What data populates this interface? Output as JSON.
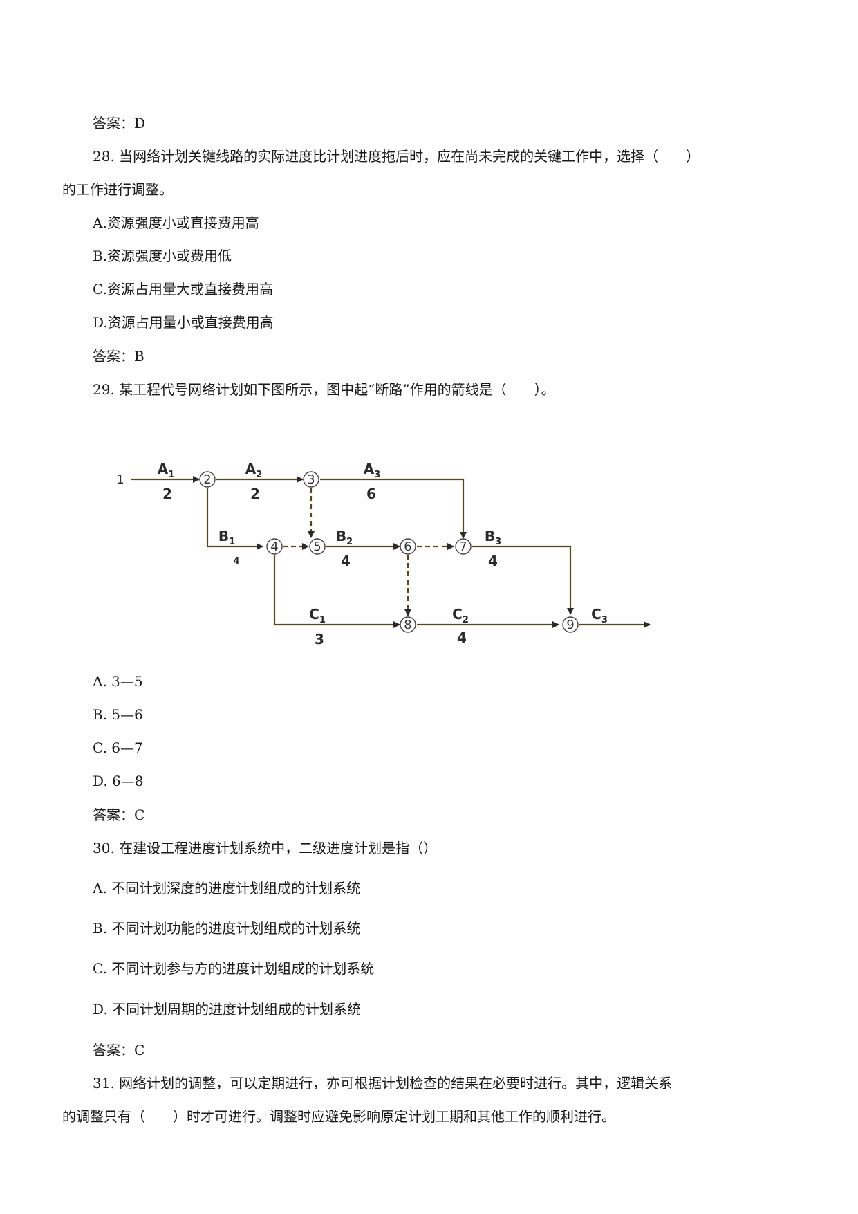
{
  "lines": {
    "ans27": "答案：D",
    "q28_a": "28. 当网络计划关键线路的实际进度比计划进度拖后时，应在尚未完成的关键工作中，选择（　　）",
    "q28_b": "的工作进行调整。",
    "q28_optA": "A.资源强度小或直接费用高",
    "q28_optB": "B.资源强度小或费用低",
    "q28_optC": "C.资源占用量大或直接费用高",
    "q28_optD": "D.资源占用量小或直接费用高",
    "ans28": "答案：B",
    "q29": "29. 某工程代号网络计划如下图所示，图中起“断路”作用的箭线是（　　）。",
    "q29_optA": "A. 3—5",
    "q29_optB": "B. 5—6",
    "q29_optC": "C. 6—7",
    "q29_optD": "D. 6—8",
    "ans29": "答案：C",
    "q30": "30. 在建设工程进度计划系统中，二级进度计划是指（）",
    "q30_optA": "A. 不同计划深度的进度计划组成的计划系统",
    "q30_optB": "B. 不同计划功能的进度计划组成的计划系统",
    "q30_optC": "C. 不同计划参与方的进度计划组成的计划系统",
    "q30_optD": "D. 不同计划周期的进度计划组成的计划系统",
    "ans30": "答案：C",
    "q31_a": "31. 网络计划的调整，可以定期进行，亦可根据计划检查的结果在必要时进行。其中，逻辑关系",
    "q31_b": "的调整只有（　　）时才可进行。调整时应避免影响原定计划工期和其他工作的顺利进行。"
  },
  "diagram": {
    "nodes": [
      "1",
      "2",
      "3",
      "4",
      "5",
      "6",
      "7",
      "8",
      "9"
    ],
    "activities": [
      {
        "name": "A",
        "sub": "1",
        "duration": "2"
      },
      {
        "name": "A",
        "sub": "2",
        "duration": "2"
      },
      {
        "name": "A",
        "sub": "3",
        "duration": "6"
      },
      {
        "name": "B",
        "sub": "1",
        "duration": "4"
      },
      {
        "name": "B",
        "sub": "2",
        "duration": "4"
      },
      {
        "name": "B",
        "sub": "3",
        "duration": "4"
      },
      {
        "name": "C",
        "sub": "1",
        "duration": "3"
      },
      {
        "name": "C",
        "sub": "2",
        "duration": "4"
      },
      {
        "name": "C",
        "sub": "3",
        "duration": ""
      }
    ],
    "line_color": "#5a4a12",
    "arrow_color": "#2a2a2a"
  }
}
